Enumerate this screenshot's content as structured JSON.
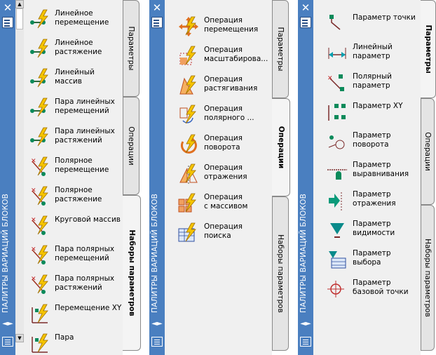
{
  "palette_title": "ПАЛИТРЫ ВАРИАЦИЙ БЛОКОВ",
  "tabs": {
    "params": "Параметры",
    "ops": "Операции",
    "sets": "Наборы параметров"
  },
  "panel1": {
    "items": [
      "Линейное\nперемещение",
      "Линейное\nрастяжение",
      "Линейный\nмассив",
      "Пара линейных\nперемещений",
      "Пара линейных\nрастяжений",
      "Полярное\nперемещение",
      "Полярное\nрастяжение",
      "Круговой массив",
      "Пара полярных\nперемещений",
      "Пара полярных\nрастяжений",
      "Перемещение XY",
      "Пара"
    ]
  },
  "panel2": {
    "items": [
      "Операция\nперемещения",
      "Операция\nмасштабирова...",
      "Операция\nрастягивания",
      "Операция\nполярного ...",
      "Операция\nповорота",
      "Операция\nотражения",
      "Операция\nс массивом",
      "Операция\nпоиска"
    ]
  },
  "panel3": {
    "items": [
      "Параметр точки",
      "Линейный\nпараметр",
      "Полярный\nпараметр",
      "Параметр XY",
      "Параметр\nповорота",
      "Параметр\nвыравнивания",
      "Параметр\nотражения",
      "Параметр\nвидимости",
      "Параметр\nвыбора",
      "Параметр\nбазовой точки"
    ]
  }
}
